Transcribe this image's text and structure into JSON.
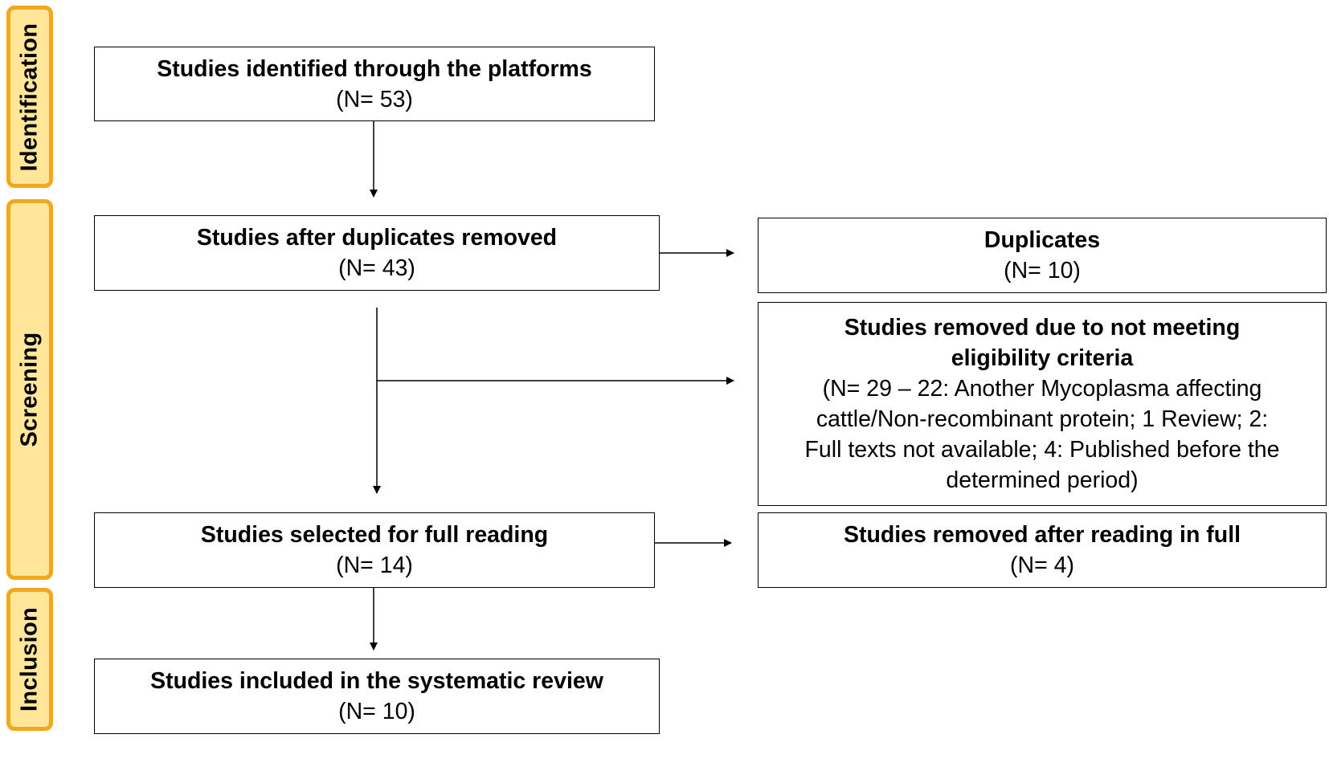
{
  "stages": {
    "identification": "Identification",
    "screening": "Screening",
    "inclusion": "Inclusion"
  },
  "boxes": {
    "identified": {
      "title": "Studies identified through the platforms",
      "count": "(N= 53)"
    },
    "after_duplicates": {
      "title": "Studies after duplicates removed",
      "count": "(N= 43)"
    },
    "duplicates": {
      "title": "Duplicates",
      "count": "(N= 10)"
    },
    "ineligible": {
      "title_line1": "Studies removed due to not meeting",
      "title_line2": "eligibility criteria",
      "detail_line1": "(N= 29 – 22: Another Mycoplasma affecting",
      "detail_line2": "cattle/Non-recombinant protein; 1 Review;  2:",
      "detail_line3": "Full texts  not available; 4: Published before the",
      "detail_line4": "determined period)"
    },
    "full_reading": {
      "title": "Studies selected for full reading",
      "count": "(N= 14)"
    },
    "removed_full": {
      "title": "Studies removed after reading in full",
      "count": "(N= 4)"
    },
    "included": {
      "title": "Studies included in the systematic review",
      "count": "(N= 10)"
    }
  },
  "colors": {
    "stage_fill": "#ffe699",
    "stage_border": "#f2a81d",
    "line": "#000000"
  }
}
